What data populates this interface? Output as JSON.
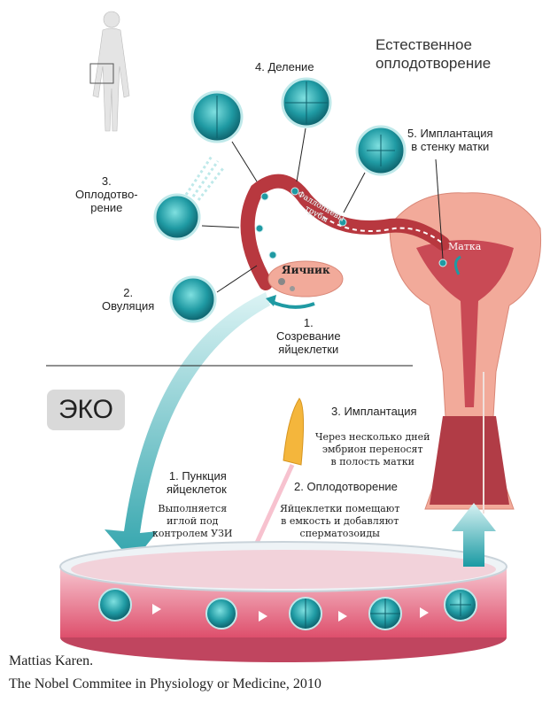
{
  "natural": {
    "title_line1": "Естественное",
    "title_line2": "оплодотворение",
    "steps": {
      "division": "4. Деление",
      "implant_l1": "5. Имплантация",
      "implant_l2": "в стенку матки",
      "fert_l1": "3.",
      "fert_l2": "Оплодотво-",
      "fert_l3": "рение",
      "ovulation_l1": "2.",
      "ovulation_l2": "Овуляция",
      "maturation_l1": "1.",
      "maturation_l2": "Созревание",
      "maturation_l3": "яйцеклетки"
    },
    "organs": {
      "ovary": "Яичник",
      "uterus": "Матка",
      "tube_l1": "Фаллопиевы",
      "tube_l2": "трубы"
    }
  },
  "ivf": {
    "badge": "ЭКО",
    "puncture_l1": "1. Пункция",
    "puncture_l2": "яйцеклеток",
    "puncture_desc_l1": "Выполняется",
    "puncture_desc_l2": "иглой под",
    "puncture_desc_l3": "контролем УЗИ",
    "fert_title": "2. Оплодотворение",
    "fert_desc_l1": "Яйцеклетки помещают",
    "fert_desc_l2": "в емкость и добавляют",
    "fert_desc_l3": "сперматозоиды",
    "implant_title": "3. Имплантация",
    "implant_desc_l1": "Через несколько дней",
    "implant_desc_l2": "эмбрион переносят",
    "implant_desc_l3": "в полость матки"
  },
  "caption": {
    "line1": "Mattias Karen.",
    "line2": "The Nobel Commitee in Physiology or Medicine, 2010"
  },
  "colors": {
    "teal": "#1f9aa3",
    "uterus": "#f0a595",
    "tube": "#b8383f",
    "dish": "#e8607a"
  }
}
